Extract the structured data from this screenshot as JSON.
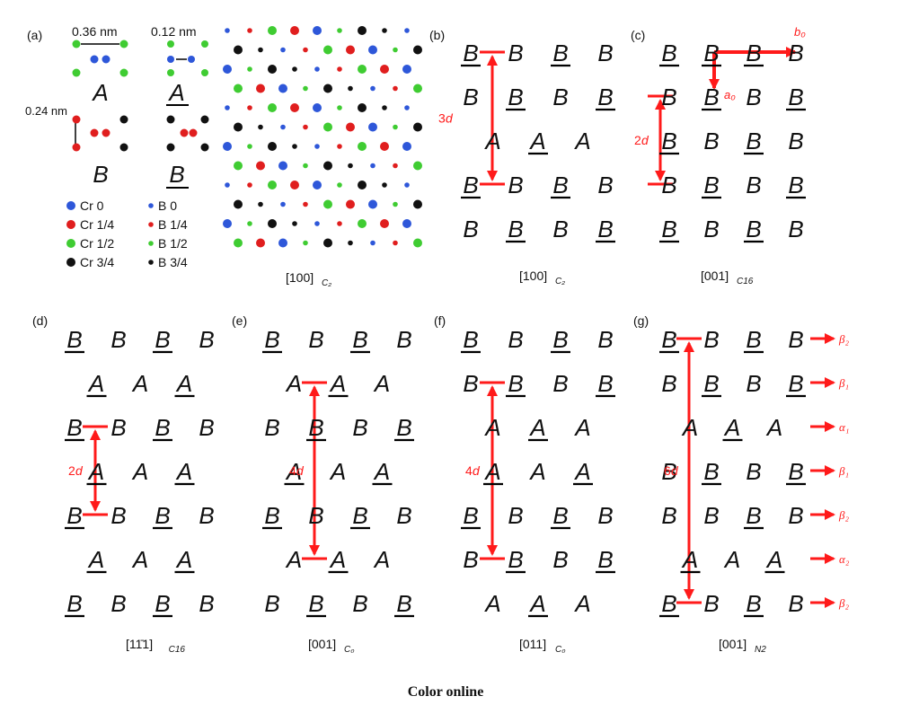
{
  "colors": {
    "cr0": "#2e57d9",
    "cr14": "#e01e1e",
    "cr12": "#3fcc32",
    "cr34": "#111111",
    "arrow": "#ff1a1a",
    "text": "#111111"
  },
  "panel_a": {
    "label": "(a)",
    "dim_036": "0.36 nm",
    "dim_012": "0.12 nm",
    "dim_024": "0.24 nm",
    "layer_a": "A",
    "layer_b": "B",
    "legend_cr": [
      "Cr 0",
      "Cr 1/4",
      "Cr 1/2",
      "Cr 3/4"
    ],
    "legend_b": [
      "B  0",
      "B  1/4",
      "B  1/2",
      "B  3/4"
    ],
    "zone_axis": "[100]",
    "zone_sub": "C₂"
  },
  "panels": [
    {
      "key": "b",
      "label": "(b)",
      "zone": "[100]",
      "sub": "C₂",
      "rows": [
        [
          "B̲",
          "B",
          "B̲",
          "B"
        ],
        [
          "B",
          "B̲",
          "B",
          "B̲"
        ],
        [
          "A",
          "A̲",
          "A"
        ],
        [
          "B̲",
          "B",
          "B̲",
          "B"
        ],
        [
          "B",
          "B̲",
          "B",
          "B̲"
        ]
      ],
      "arrows": [
        {
          "text": "3d"
        }
      ]
    },
    {
      "key": "c",
      "label": "(c)",
      "zone": "[001]",
      "sub": "C16",
      "rows": [
        [
          "B̲",
          "B̲",
          "B̲",
          "B"
        ],
        [
          "B",
          "B̲",
          "B",
          "B̲"
        ],
        [
          "B̲",
          "B",
          "B̲",
          "B"
        ],
        [
          "B",
          "B̲",
          "B",
          "B̲"
        ],
        [
          "B̲",
          "B",
          "B̲",
          "B"
        ]
      ],
      "arrows": [
        {
          "text": "2d"
        }
      ],
      "vectors": [
        {
          "text": "b₀"
        },
        {
          "text": "a₀"
        }
      ]
    },
    {
      "key": "d",
      "label": "(d)",
      "zone": "[11̄1]",
      "sub": "C16",
      "rows": [
        [
          "B̲",
          "B",
          "B̲",
          "B"
        ],
        [
          "A̲",
          "A",
          "A̲"
        ],
        [
          "B̲",
          "B",
          "B̲",
          "B"
        ],
        [
          "A̲",
          "A",
          "A̲"
        ],
        [
          "B̲",
          "B",
          "B̲",
          "B"
        ],
        [
          "A̲",
          "A",
          "A̲"
        ],
        [
          "B̲",
          "B",
          "B̲",
          "B"
        ]
      ],
      "arrows": [
        {
          "text": "2d"
        }
      ]
    },
    {
      "key": "e",
      "label": "(e)",
      "zone": "[001]",
      "sub": "C₀",
      "rows": [
        [
          "B̲",
          "B",
          "B̲",
          "B"
        ],
        [
          "A",
          "A̲",
          "A"
        ],
        [
          "B",
          "B̲",
          "B",
          "B̲"
        ],
        [
          "A̲",
          "A",
          "A̲"
        ],
        [
          "B̲",
          "B",
          "B̲",
          "B"
        ],
        [
          "A",
          "A̲",
          "A"
        ],
        [
          "B",
          "B̲",
          "B",
          "B̲"
        ]
      ],
      "arrows": [
        {
          "text": "4d"
        }
      ]
    },
    {
      "key": "f",
      "label": "(f)",
      "zone": "[011]",
      "sub": "C₀",
      "rows": [
        [
          "B̲",
          "B",
          "B̲",
          "B"
        ],
        [
          "B",
          "B̲",
          "B",
          "B̲"
        ],
        [
          "A",
          "A̲",
          "A"
        ],
        [
          "A̲",
          "A",
          "A̲"
        ],
        [
          "B̲",
          "B",
          "B̲",
          "B"
        ],
        [
          "B",
          "B̲",
          "B",
          "B̲"
        ],
        [
          "A",
          "A̲",
          "A"
        ]
      ],
      "arrows": [
        {
          "text": "4d"
        }
      ]
    },
    {
      "key": "g",
      "label": "(g)",
      "zone": "[001]",
      "sub": "N2",
      "rows": [
        [
          "B̲",
          "B",
          "B̲",
          "B"
        ],
        [
          "B",
          "B̲",
          "B",
          "B̲"
        ],
        [
          "A",
          "A̲",
          "A"
        ],
        [
          "B",
          "B̲",
          "B",
          "B̲"
        ],
        [
          "B",
          "B",
          "B̲",
          "B"
        ],
        [
          "A̲",
          "A",
          "A̲"
        ],
        [
          "B̲",
          "B",
          "B̲",
          "B"
        ]
      ],
      "arrows": [
        {
          "text": "6d"
        }
      ],
      "stack": [
        "β₂",
        "β₁",
        "α₁",
        "β₁",
        "β₂",
        "α₂",
        "β₂"
      ]
    }
  ],
  "caption": "Color online"
}
